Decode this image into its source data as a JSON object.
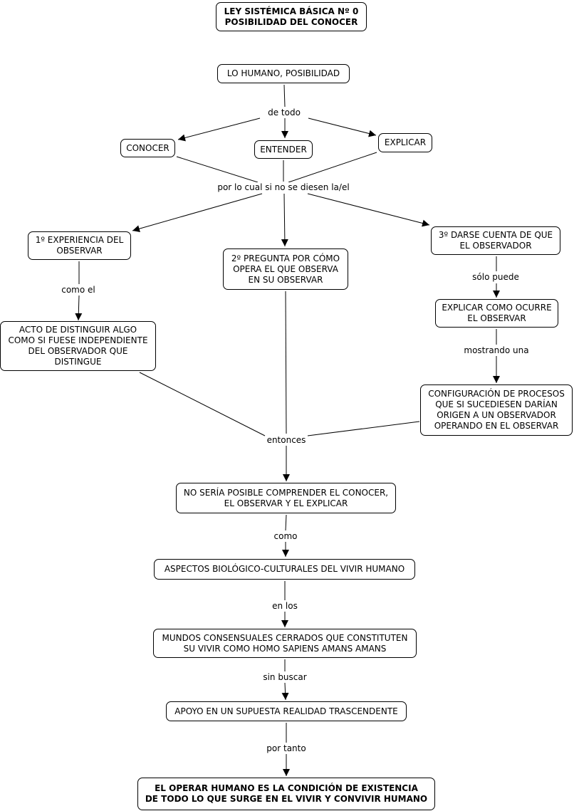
{
  "nodes": {
    "title": "LEY SISTÉMICA BÁSICA Nº 0\nPOSIBILIDAD DEL CONOCER",
    "humano": "LO HUMANO, POSIBILIDAD",
    "conocer": "CONOCER",
    "entender": "ENTENDER",
    "explicar": "EXPLICAR",
    "exp1": "1º EXPERIENCIA DEL\nOBSERVAR",
    "preg2": "2º  PREGUNTA POR CÓMO\nOPERA EL QUE OBSERVA\nEN SU OBSERVAR",
    "darse3": "3º DARSE CUENTA DE QUE\nEL OBSERVADOR",
    "acto": "ACTO DE DISTINGUIR ALGO\nCOMO SI FUESE INDEPENDIENTE\nDEL OBSERVADOR QUE\nDISTINGUE",
    "explicar_como": "EXPLICAR COMO OCURRE\nEL OBSERVAR",
    "config": "CONFIGURACIÓN DE PROCESOS\nQUE SI SUCEDIESEN DARÍAN\nORIGEN A UN OBSERVADOR\nOPERANDO EN EL OBSERVAR",
    "no_seria": "NO SERÍA POSIBLE COMPRENDER EL CONOCER,\nEL OBSERVAR Y EL EXPLICAR",
    "aspectos": "ASPECTOS BIOLÓGICO-CULTURALES DEL VIVIR HUMANO",
    "mundos": "MUNDOS CONSENSUALES CERRADOS QUE CONSTITUTEN\nSU VIVIR COMO HOMO SAPIENS AMANS AMANS",
    "apoyo": "APOYO EN UN SUPUESTA REALIDAD TRASCENDENTE",
    "final": "EL OPERAR HUMANO ES LA CONDICIÓN DE EXISTENCIA\nDE TODO LO QUE SURGE EN EL VIVIR Y CONVIVIR HUMANO"
  },
  "links": {
    "de_todo": "de todo",
    "por_lo_cual": "por lo cual si no se diesen la/el",
    "como_el": "como el",
    "solo_puede": "sólo puede",
    "mostrando_una": "mostrando una",
    "entonces": "entonces",
    "como": "como",
    "en_los": "en los",
    "sin_buscar": "sin buscar",
    "por_tanto": "por tanto"
  }
}
